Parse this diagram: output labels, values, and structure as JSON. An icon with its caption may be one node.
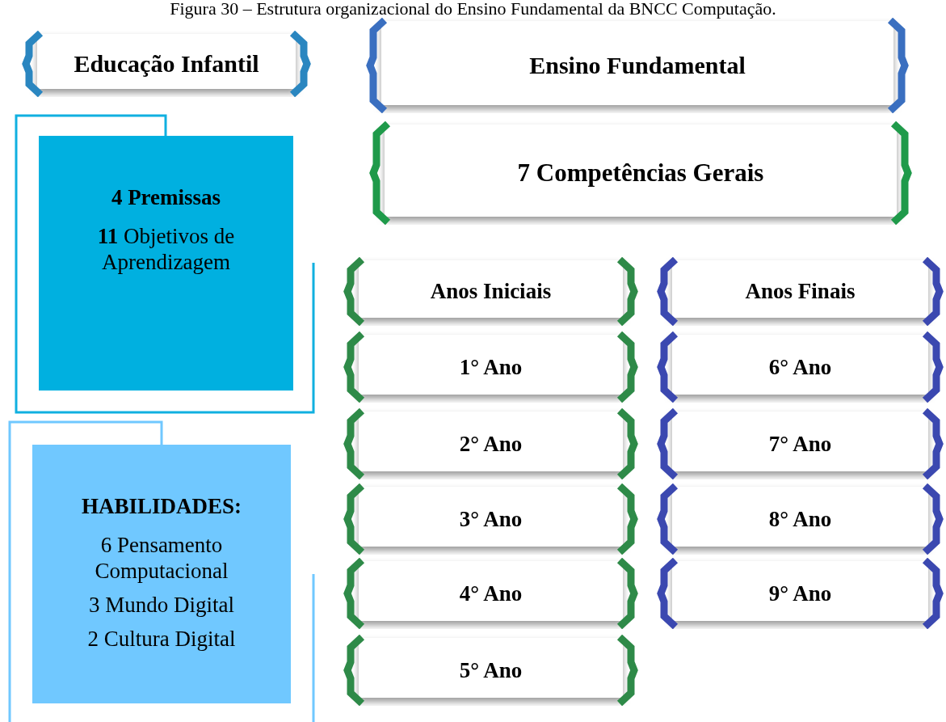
{
  "diagram": {
    "title": "Figura 30 – Estrutura organizacional do Ensino Fundamental da BNCC Computação.",
    "nodes": [
      {
        "text": [
          "Educação Infantil"
        ]
      },
      {
        "text": [
          "4 Premissas",
          "**11** Objetivos de Aprendizagem"
        ]
      },
      {
        "text": [
          "HABILIDADES:",
          "6 Pensamento Computacional",
          "3 Mundo Digital",
          "2 Cultura Digital"
        ]
      },
      {
        "text": [
          "Ensino Fundamental"
        ]
      },
      {
        "text": [
          "7 Competências Gerais"
        ]
      },
      {
        "text": [
          "Anos Iniciais"
        ]
      },
      {
        "text": [
          "1° Ano"
        ]
      },
      {
        "text": [
          "2° Ano"
        ]
      },
      {
        "text": [
          "3° Ano"
        ]
      },
      {
        "text": [
          "4° Ano"
        ]
      },
      {
        "text": [
          "5° Ano"
        ]
      },
      {
        "text": [
          "Anos Finais"
        ]
      },
      {
        "text": [
          "6° Ano"
        ]
      },
      {
        "text": [
          "7° Ano"
        ]
      },
      {
        "text": [
          "8° Ano"
        ]
      },
      {
        "text": [
          "9° Ano"
        ]
      }
    ],
    "edges": []
  }
}
